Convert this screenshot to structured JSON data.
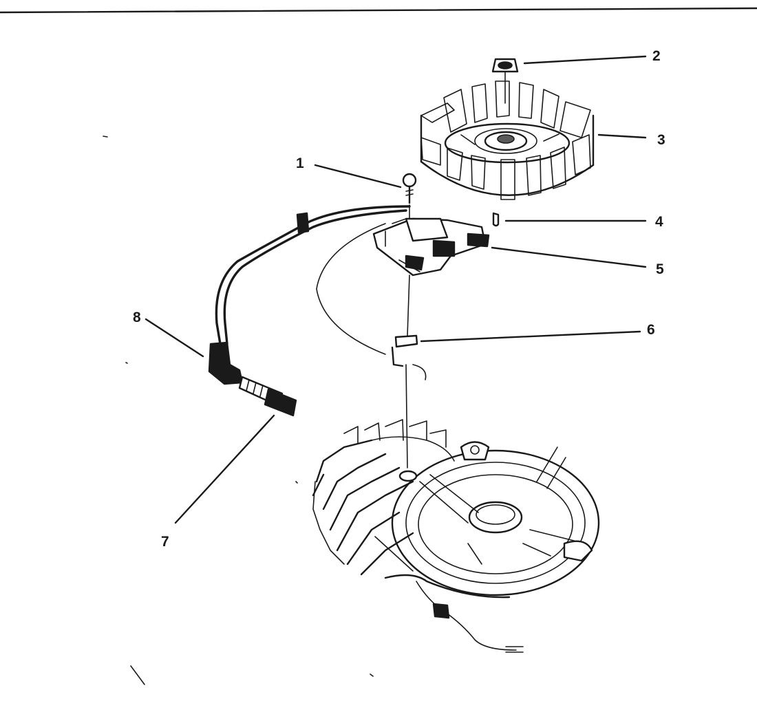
{
  "diagram": {
    "callouts": [
      {
        "id": "callout-1",
        "label": "1"
      },
      {
        "id": "callout-2",
        "label": "2"
      },
      {
        "id": "callout-3",
        "label": "3"
      },
      {
        "id": "callout-4",
        "label": "4"
      },
      {
        "id": "callout-5",
        "label": "5"
      },
      {
        "id": "callout-6",
        "label": "6"
      },
      {
        "id": "callout-7",
        "label": "7"
      },
      {
        "id": "callout-8",
        "label": "8"
      }
    ]
  }
}
